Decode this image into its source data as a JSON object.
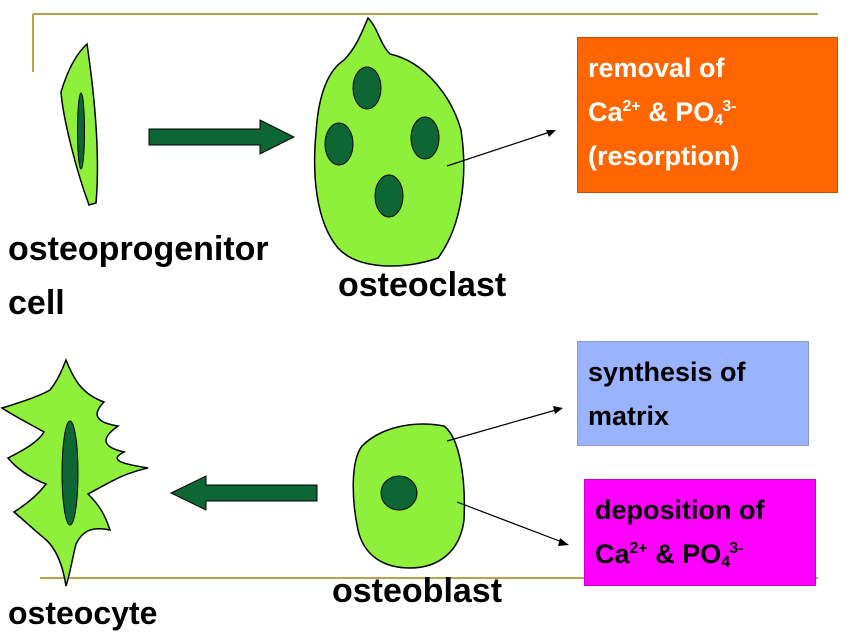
{
  "labels": {
    "osteoprogenitor": "osteoprogenitor",
    "cell": "cell",
    "osteoclast": "osteoclast",
    "osteoblast": "osteoblast",
    "osteocyte": "osteocyte"
  },
  "boxes": {
    "resorption": {
      "line1": "removal of",
      "ca": "Ca",
      "ca_charge": "2+",
      "amp": " & PO",
      "po_sub": "4",
      "po_charge": "3-",
      "line3": "(resorption)",
      "color": "#ff6600",
      "text_color": "#ffffff"
    },
    "synthesis": {
      "line1": "synthesis of",
      "line2": "matrix",
      "color": "#99b3ff",
      "text_color": "#000000"
    },
    "deposition": {
      "line1": "deposition of",
      "ca": "Ca",
      "ca_charge": "2+",
      "amp": " & PO",
      "po_sub": "4",
      "po_charge": "3-",
      "color": "#ff00ff",
      "text_color": "#000000"
    }
  },
  "colors": {
    "cell_fill": "#8ef03a",
    "nucleus": "#0d6633",
    "arrow": "#0d6633",
    "rule": "#b8a24a",
    "pointer": "#000000"
  }
}
